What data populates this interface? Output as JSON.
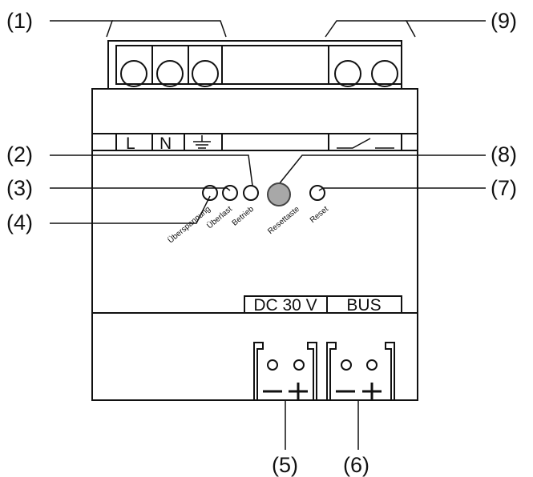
{
  "callouts": {
    "c1": "(1)",
    "c2": "(2)",
    "c3": "(3)",
    "c4": "(4)",
    "c5": "(5)",
    "c6": "(6)",
    "c7": "(7)",
    "c8": "(8)",
    "c9": "(9)"
  },
  "terminals": {
    "l": "L",
    "n": "N"
  },
  "leds": {
    "ueberspannung": "Überspannung",
    "ueberlast": "Überlast",
    "betrieb": "Betrieb",
    "resettaste": "Resettaste",
    "reset": "Reset"
  },
  "outputs": {
    "dc": "DC 30 V",
    "bus": "BUS"
  }
}
